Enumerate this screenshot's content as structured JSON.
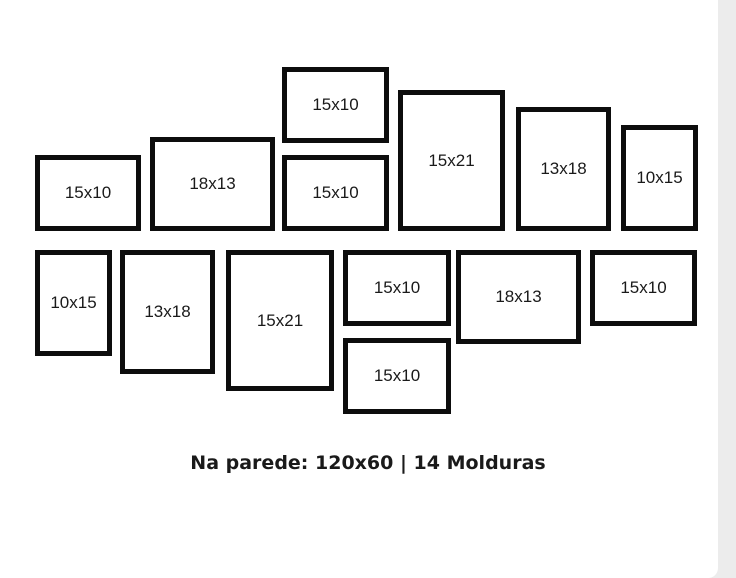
{
  "frames": [
    {
      "label": "15x10"
    },
    {
      "label": "18x13"
    },
    {
      "label": "15x10"
    },
    {
      "label": "15x10"
    },
    {
      "label": "15x21"
    },
    {
      "label": "13x18"
    },
    {
      "label": "10x15"
    },
    {
      "label": "10x15"
    },
    {
      "label": "13x18"
    },
    {
      "label": "15x21"
    },
    {
      "label": "15x10"
    },
    {
      "label": "15x10"
    },
    {
      "label": "18x13"
    },
    {
      "label": "15x10"
    }
  ],
  "caption": "Na parede: 120x60 | 14 Molduras"
}
